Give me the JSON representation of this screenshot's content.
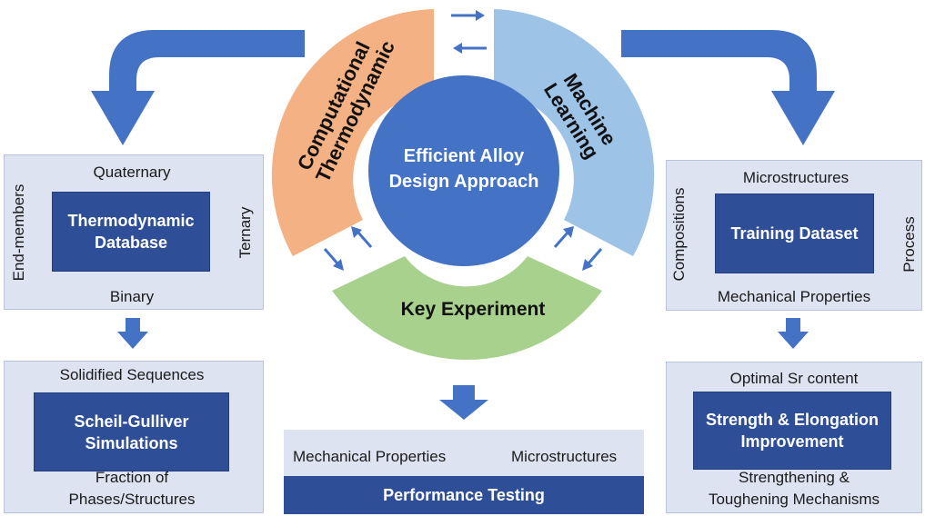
{
  "colors": {
    "panel_fill": "#dde3f1",
    "inner_fill": "#2e4f97",
    "arrow_blue": "#4472c4",
    "center_circle": "#4472c4",
    "computational_segment": "#f4b183",
    "machine_learning_segment": "#9dc3e6",
    "key_experiment_segment": "#a9d18e"
  },
  "center": {
    "title": "Efficient Alloy\nDesign Approach"
  },
  "segments": {
    "computational": "Computational\nThermodynamic",
    "machine_learning": "Machine\nLearning",
    "key_experiment": "Key Experiment"
  },
  "left_top": {
    "top": "Quaternary",
    "left": "End-members",
    "right": "Ternary",
    "bottom": "Binary",
    "center": "Thermodynamic\nDatabase"
  },
  "left_bottom": {
    "top": "Solidified Sequences",
    "center": "Scheil-Gulliver\nSimulations",
    "bottom": "Fraction of\nPhases/Structures"
  },
  "right_top": {
    "top": "Microstructures",
    "left": "Compositions",
    "right": "Process",
    "center": "Training Dataset",
    "bottom": "Mechanical Properties"
  },
  "right_bottom": {
    "top": "Optimal Sr content",
    "center": "Strength & Elongation\nImprovement",
    "bottom": "Strengthening &\nToughening Mechanisms"
  },
  "bottom_center": {
    "left": "Mechanical Properties",
    "right": "Microstructures",
    "bar": "Performance Testing"
  }
}
